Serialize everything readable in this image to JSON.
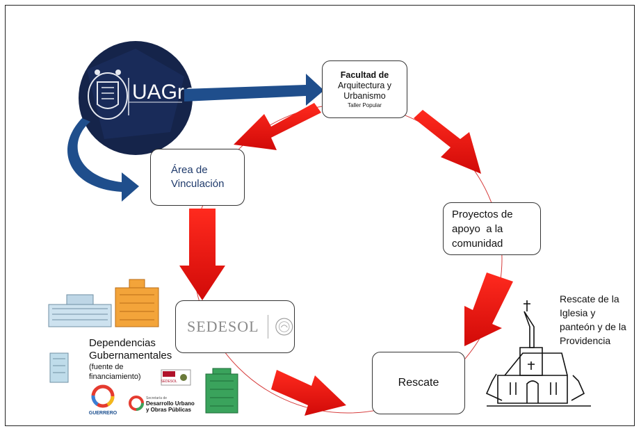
{
  "logo": {
    "text": "UAGro"
  },
  "nodes": {
    "facultad": {
      "line1": "Facultad de",
      "line2": "Arquitectura y",
      "line3": "Urbanismo",
      "sub": "Taller Popular"
    },
    "vinculacion": {
      "line1": "Área de",
      "line2": "Vinculación"
    },
    "proyectos": {
      "line1": "Proyectos de",
      "line2": "apoyo  a la",
      "line3": "comunidad"
    },
    "sedesol": {
      "brand": "SEDESOL"
    },
    "rescate": {
      "label": "Rescate"
    }
  },
  "dependencias": {
    "line1": "Dependencias",
    "line2": "Gubernamentales",
    "line3": "(fuente de",
    "line4": "financiamiento)"
  },
  "logos": {
    "guerrero": "GUERRERO",
    "sedesol_small": "SEDESOL",
    "desarrollo_prefix": "Secretaría de",
    "desarrollo_line1": "Desarrollo Urbano",
    "desarrollo_line2": "y Obras Públicas"
  },
  "church": {
    "line1": "Rescate de la",
    "line2": "Iglesia y",
    "line3": "panteón y de la",
    "line4": "Providencia"
  },
  "colors": {
    "red_arrow": "#e8110f",
    "blue_arrow": "#1f4e8c",
    "logo_navy": "#15244a",
    "cycle_line": "#d63b3b"
  }
}
